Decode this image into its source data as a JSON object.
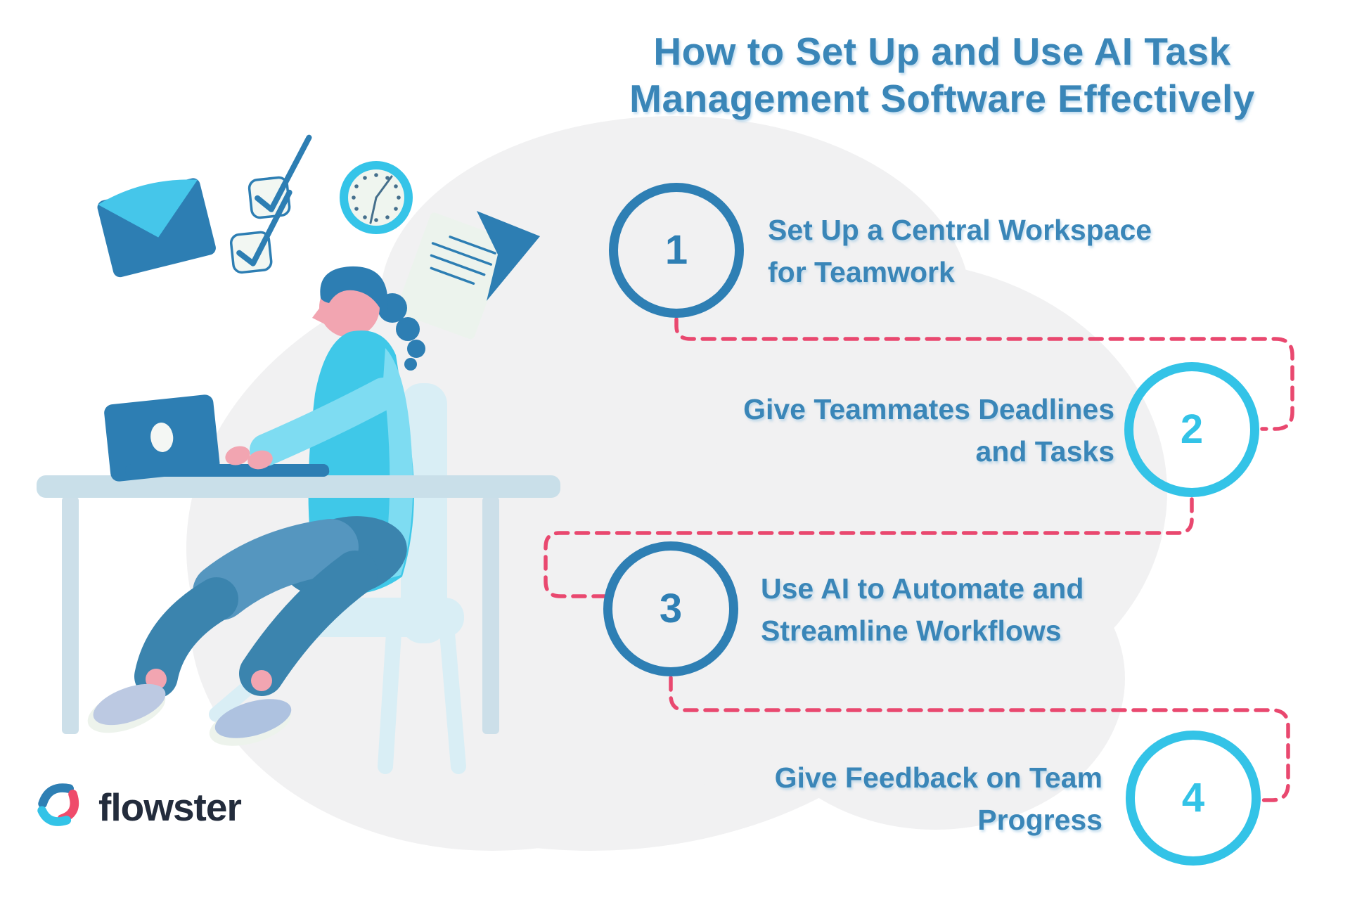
{
  "colors": {
    "background": "#ffffff",
    "cloud": "#f1f1f2",
    "title_text": "#3a86b8",
    "step_text": "#3a86b8",
    "connector": "#e9486f",
    "accent_dark_blue": "#2e7fb4",
    "accent_cyan": "#33c3e7",
    "logo_navy": "#232c3c"
  },
  "title": {
    "line1": "How to Set Up and Use AI Task",
    "line2": "Management Software Effectively"
  },
  "steps": [
    {
      "number": "1",
      "label_line1": "Set Up a Central Workspace",
      "label_line2": "for Teamwork",
      "accent": "#2e7fb4"
    },
    {
      "number": "2",
      "label_line1": "Give Teammates Deadlines",
      "label_line2": "and Tasks",
      "accent": "#33c3e7"
    },
    {
      "number": "3",
      "label_line1": "Use AI to Automate and",
      "label_line2": "Streamline Workflows",
      "accent": "#2e7fb4"
    },
    {
      "number": "4",
      "label_line1": "Give Feedback on Team",
      "label_line2": "Progress",
      "accent": "#33c3e7"
    }
  ],
  "logo": {
    "text": "flowster"
  },
  "illustration": {
    "scene": "woman-working-on-laptop-at-desk",
    "icons": [
      "envelope-icon",
      "checkbox-checked-icon",
      "clock-icon",
      "document-icon",
      "send-arrow-icon"
    ]
  }
}
